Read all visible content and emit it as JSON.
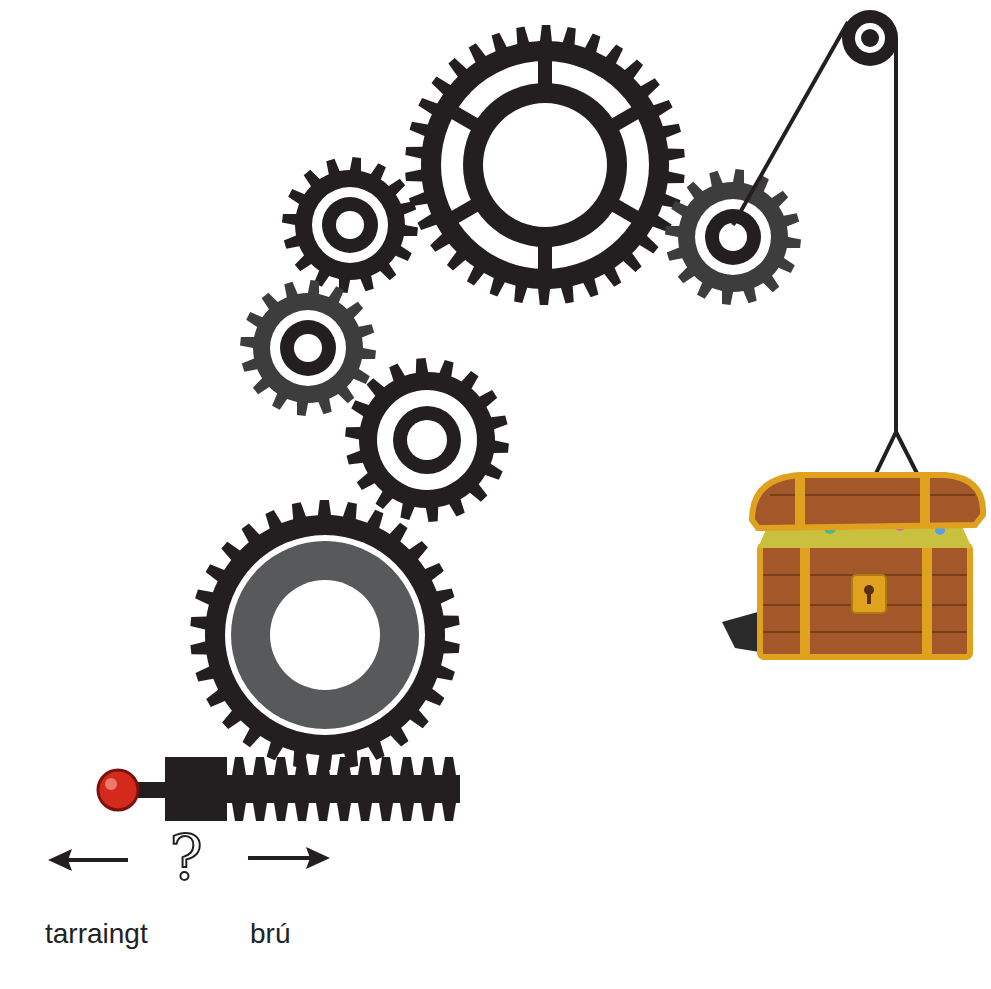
{
  "diagram": {
    "labels": [
      "?",
      "tarraingt",
      "brú"
    ]
  }
}
